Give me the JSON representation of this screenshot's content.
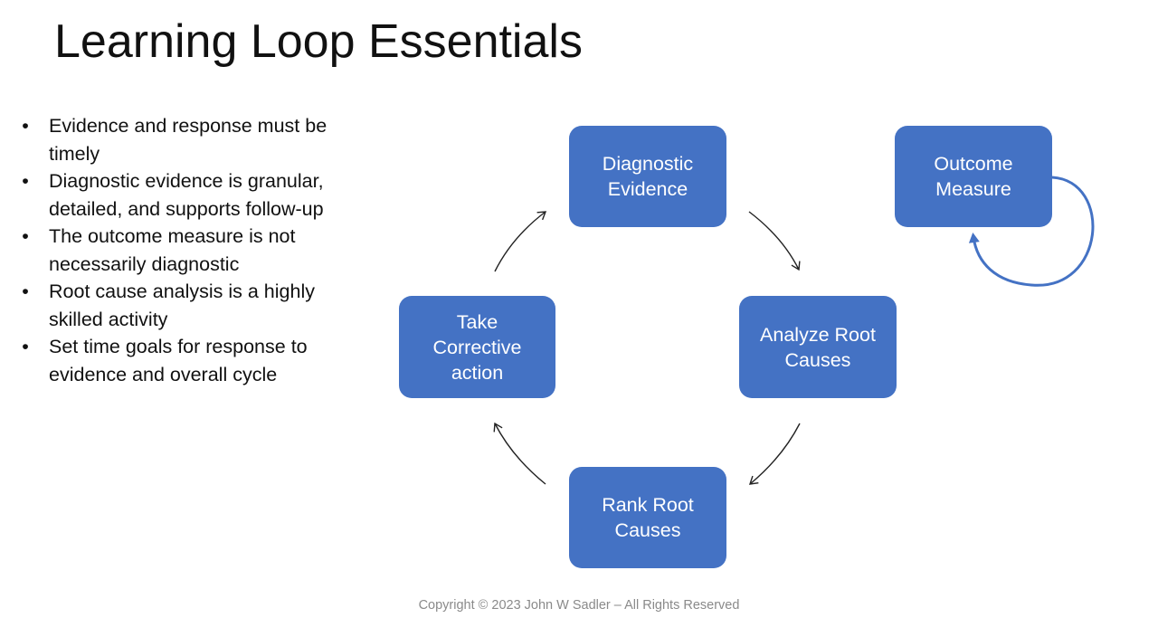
{
  "slide": {
    "title": "Learning Loop Essentials",
    "bullets": [
      "Evidence and response must be timely",
      "Diagnostic evidence is granular, detailed, and supports follow-up",
      "The outcome measure is not necessarily diagnostic",
      "Root cause analysis is a highly skilled activity",
      "Set time goals for response to evidence and overall cycle"
    ],
    "bullet_lines": [
      [
        "Evidence and response must be",
        "timely"
      ],
      [
        "Diagnostic evidence is granular,",
        "detailed, and supports follow-up"
      ],
      [
        "The outcome measure is not",
        "necessarily diagnostic"
      ],
      [
        "Root cause analysis is a highly",
        "skilled activity"
      ],
      [
        "Set time goals for response to",
        "evidence and overall cycle"
      ]
    ],
    "bullet_glyph": "•",
    "footer": "Copyright © 2023 John W Sadler – All Rights Reserved"
  },
  "diagram": {
    "box_color": "#4472c4",
    "nodes": {
      "diagnostic_evidence": [
        "Diagnostic",
        "Evidence"
      ],
      "analyze_root_causes": [
        "Analyze Root",
        "Causes"
      ],
      "rank_root_causes": [
        "Rank Root",
        "Causes"
      ],
      "take_corrective_action": [
        "Take",
        "Corrective",
        "action"
      ],
      "outcome_measure": [
        "Outcome",
        "Measure"
      ]
    },
    "cycle_order": [
      "Diagnostic Evidence",
      "Analyze Root Causes",
      "Rank Root Causes",
      "Take Corrective action"
    ],
    "self_loop": "Outcome Measure"
  }
}
